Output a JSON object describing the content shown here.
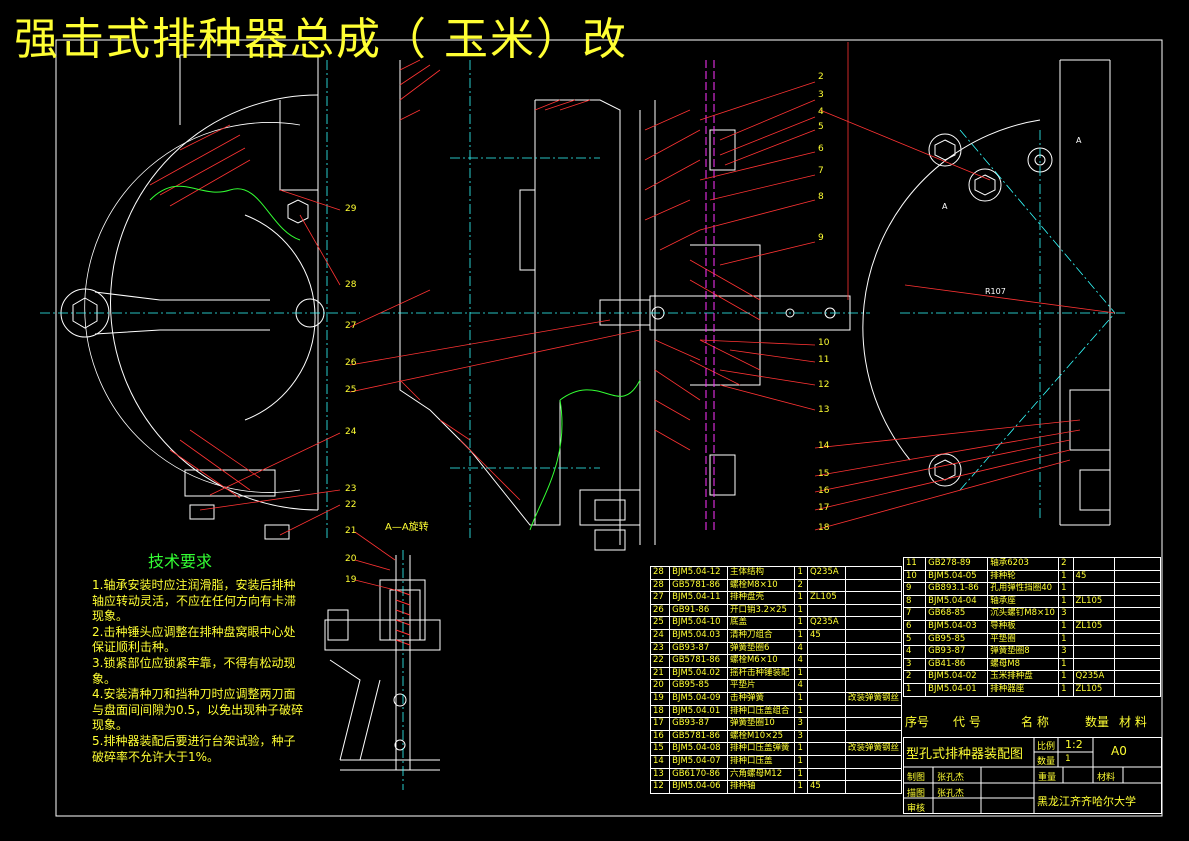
{
  "title": "强击式排种器总成（  玉米）改",
  "tech": {
    "heading": "技术要求",
    "items": [
      "1.轴承安装时应注润滑脂，安装后排种轴应转动灵活，不应在任何方向有卡滞现象。",
      "2.击种锤头应调整在排种盘窝眼中心处保证顺利击种。",
      "3.锁紧部位应锁紧牢靠，不得有松动现象。",
      "4.安装清种刀和挡种刀时应调整两刀面与盘面间间隙为0.5，以免出现种子破碎现象。",
      "5.排种器装配后要进行台架试验，种子破碎率不允许大于1%。"
    ]
  },
  "section_label": "A—A旋转",
  "callouts_right": [
    "2",
    "3",
    "4",
    "5",
    "6",
    "7",
    "8",
    "9",
    "10",
    "11",
    "12",
    "13",
    "14",
    "15",
    "16",
    "17",
    "18"
  ],
  "callouts_left": [
    "29",
    "28",
    "27",
    "26",
    "25",
    "24",
    "23",
    "22",
    "21",
    "20",
    "19"
  ],
  "labels": {
    "radius": "R107",
    "section_a1": "A",
    "section_a2": "A"
  },
  "bom_left": [
    [
      "28",
      "BJM5.04-12",
      "主体结构",
      "1",
      "Q235A",
      ""
    ],
    [
      "28",
      "GB5781-86",
      "螺栓M8×10",
      "2",
      "",
      ""
    ],
    [
      "27",
      "BJM5.04-11",
      "排种盘壳",
      "1",
      "ZL105",
      ""
    ],
    [
      "26",
      "GB91-86",
      "开口销3.2×25",
      "1",
      "",
      ""
    ],
    [
      "25",
      "BJM5.04-10",
      "底盖",
      "1",
      "Q235A",
      ""
    ],
    [
      "24",
      "BJM5.04.03",
      "清种刀组合",
      "1",
      "45",
      ""
    ],
    [
      "23",
      "GB93-87",
      "弹簧垫圈6",
      "4",
      "",
      ""
    ],
    [
      "22",
      "GB5781-86",
      "螺栓M6×10",
      "4",
      "",
      ""
    ],
    [
      "21",
      "BJM5.04.02",
      "摇杆击种锤装配",
      "1",
      "",
      ""
    ],
    [
      "20",
      "GB95-85",
      "平垫片",
      "4",
      "",
      ""
    ],
    [
      "19",
      "BJM5.04-09",
      "击种弹簧",
      "1",
      "",
      "改装弹簧钢丝"
    ],
    [
      "18",
      "BJM5.04.01",
      "排种口压盖组合",
      "1",
      "",
      ""
    ],
    [
      "17",
      "GB93-87",
      "弹簧垫圈10",
      "3",
      "",
      ""
    ],
    [
      "16",
      "GB5781-86",
      "螺栓M10×25",
      "3",
      "",
      ""
    ],
    [
      "15",
      "BJM5.04-08",
      "排种口压盖弹簧",
      "1",
      "",
      "改装弹簧钢丝"
    ],
    [
      "14",
      "BJM5.04-07",
      "排种口压盖",
      "1",
      "",
      ""
    ],
    [
      "13",
      "GB6170-86",
      "六角螺母M12",
      "1",
      "",
      ""
    ],
    [
      "12",
      "BJM5.04-06",
      "排种轴",
      "1",
      "45",
      ""
    ]
  ],
  "bom_right": [
    [
      "11",
      "GB278-89",
      "轴承6203",
      "2",
      "",
      ""
    ],
    [
      "10",
      "BJM5.04-05",
      "排种轮",
      "1",
      "45",
      ""
    ],
    [
      "9",
      "GB893.1-86",
      "孔用弹性挡圈40",
      "1",
      "",
      ""
    ],
    [
      "8",
      "BJM5.04-04",
      "轴承座",
      "1",
      "ZL105",
      ""
    ],
    [
      "7",
      "GB68-85",
      "沉头螺钉M8×10",
      "3",
      "",
      ""
    ],
    [
      "6",
      "BJM5.04-03",
      "导种板",
      "1",
      "ZL105",
      ""
    ],
    [
      "5",
      "GB95-85",
      "平垫圈",
      "1",
      "",
      ""
    ],
    [
      "4",
      "GB93-87",
      "弹簧垫圈8",
      "3",
      "",
      ""
    ],
    [
      "3",
      "GB41-86",
      "螺母M8",
      "1",
      "",
      ""
    ],
    [
      "2",
      "BJM5.04-02",
      "玉米排种盘",
      "1",
      "Q235A",
      ""
    ],
    [
      "1",
      "BJM5.04-01",
      "排种器座",
      "1",
      "ZL105",
      ""
    ]
  ],
  "bom_header": {
    "seq": "序号",
    "code": "代 号",
    "name": "名 称",
    "qty": "数量",
    "material": "材 料"
  },
  "title_block": {
    "drawing_name": "型孔式排种器装配图",
    "scale_label": "比例",
    "scale": "1:2",
    "count_label": "数量",
    "count": "1",
    "sheet": "A0",
    "weight_label": "重量",
    "material_label": "材料",
    "drawn_label": "制图",
    "drawn_name": "张孔杰",
    "draw2_label": "描图",
    "draw2_name": "张孔杰",
    "review_label": "审核",
    "school": "黑龙江齐齐哈尔大学"
  }
}
